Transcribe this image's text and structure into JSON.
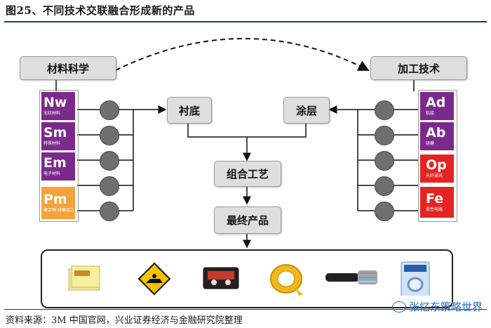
{
  "figure": {
    "title": "图25、不同技术交联融合形成新的产品",
    "source": "资料来源：3M 中国官网，兴业证券经济与金融研究院整理",
    "watermark": "张忆东策略世界"
  },
  "diagram": {
    "left_header": "材料科学",
    "right_header": "加工技术",
    "substrate": "衬底",
    "coating": "涂层",
    "assembly": "组合工艺",
    "final": "最终产品",
    "left_tiles": [
      {
        "symbol": "Nw",
        "sub": "无纺材料",
        "color": "#7b2a8c"
      },
      {
        "symbol": "Sm",
        "sub": "特殊材料",
        "color": "#7b2a8c"
      },
      {
        "symbol": "Em",
        "sub": "电子材料",
        "color": "#7b2a8c"
      },
      {
        "symbol": "Pm",
        "sub": "聚合物 研磨加工",
        "color": "#f5a23c"
      }
    ],
    "right_tiles": [
      {
        "symbol": "Ad",
        "sub": "粘接",
        "color": "#7b2a8c"
      },
      {
        "symbol": "Ab",
        "sub": "研磨",
        "color": "#7b2a8c"
      },
      {
        "symbol": "Op",
        "sub": "光纤通讯",
        "color": "#e32420"
      },
      {
        "symbol": "Fe",
        "sub": "柔性电路",
        "color": "#e32420"
      }
    ],
    "products": [
      "sticky-notes",
      "road-sign",
      "cassette-tape",
      "masking-tape",
      "cable",
      "scotch-tape-package"
    ]
  }
}
